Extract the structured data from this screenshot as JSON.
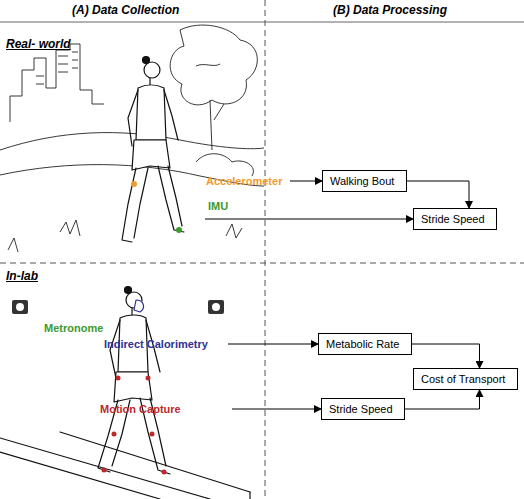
{
  "diagram": {
    "nodes": [
      {
        "text": [
          "Walking Bout"
        ]
      },
      {
        "text": [
          "Stride Speed"
        ]
      },
      {
        "text": [
          "Metabolic Rate"
        ]
      },
      {
        "text": [
          "Stride Speed"
        ]
      },
      {
        "text": [
          "Cost of Transport"
        ]
      }
    ],
    "edges": [
      {
        "from": 0,
        "to": 1,
        "arrow": "to"
      },
      {
        "from": 2,
        "to": 4,
        "arrow": "to"
      },
      {
        "from": 3,
        "to": 4,
        "arrow": "to"
      }
    ],
    "labels": [
      "(A) Data Collection",
      "(B) Data Processing",
      "Real- world",
      "Accelerometer",
      "IMU",
      "In-lab",
      "Metronome",
      "Indirect Calorimetry",
      "Motion Capture"
    ]
  }
}
